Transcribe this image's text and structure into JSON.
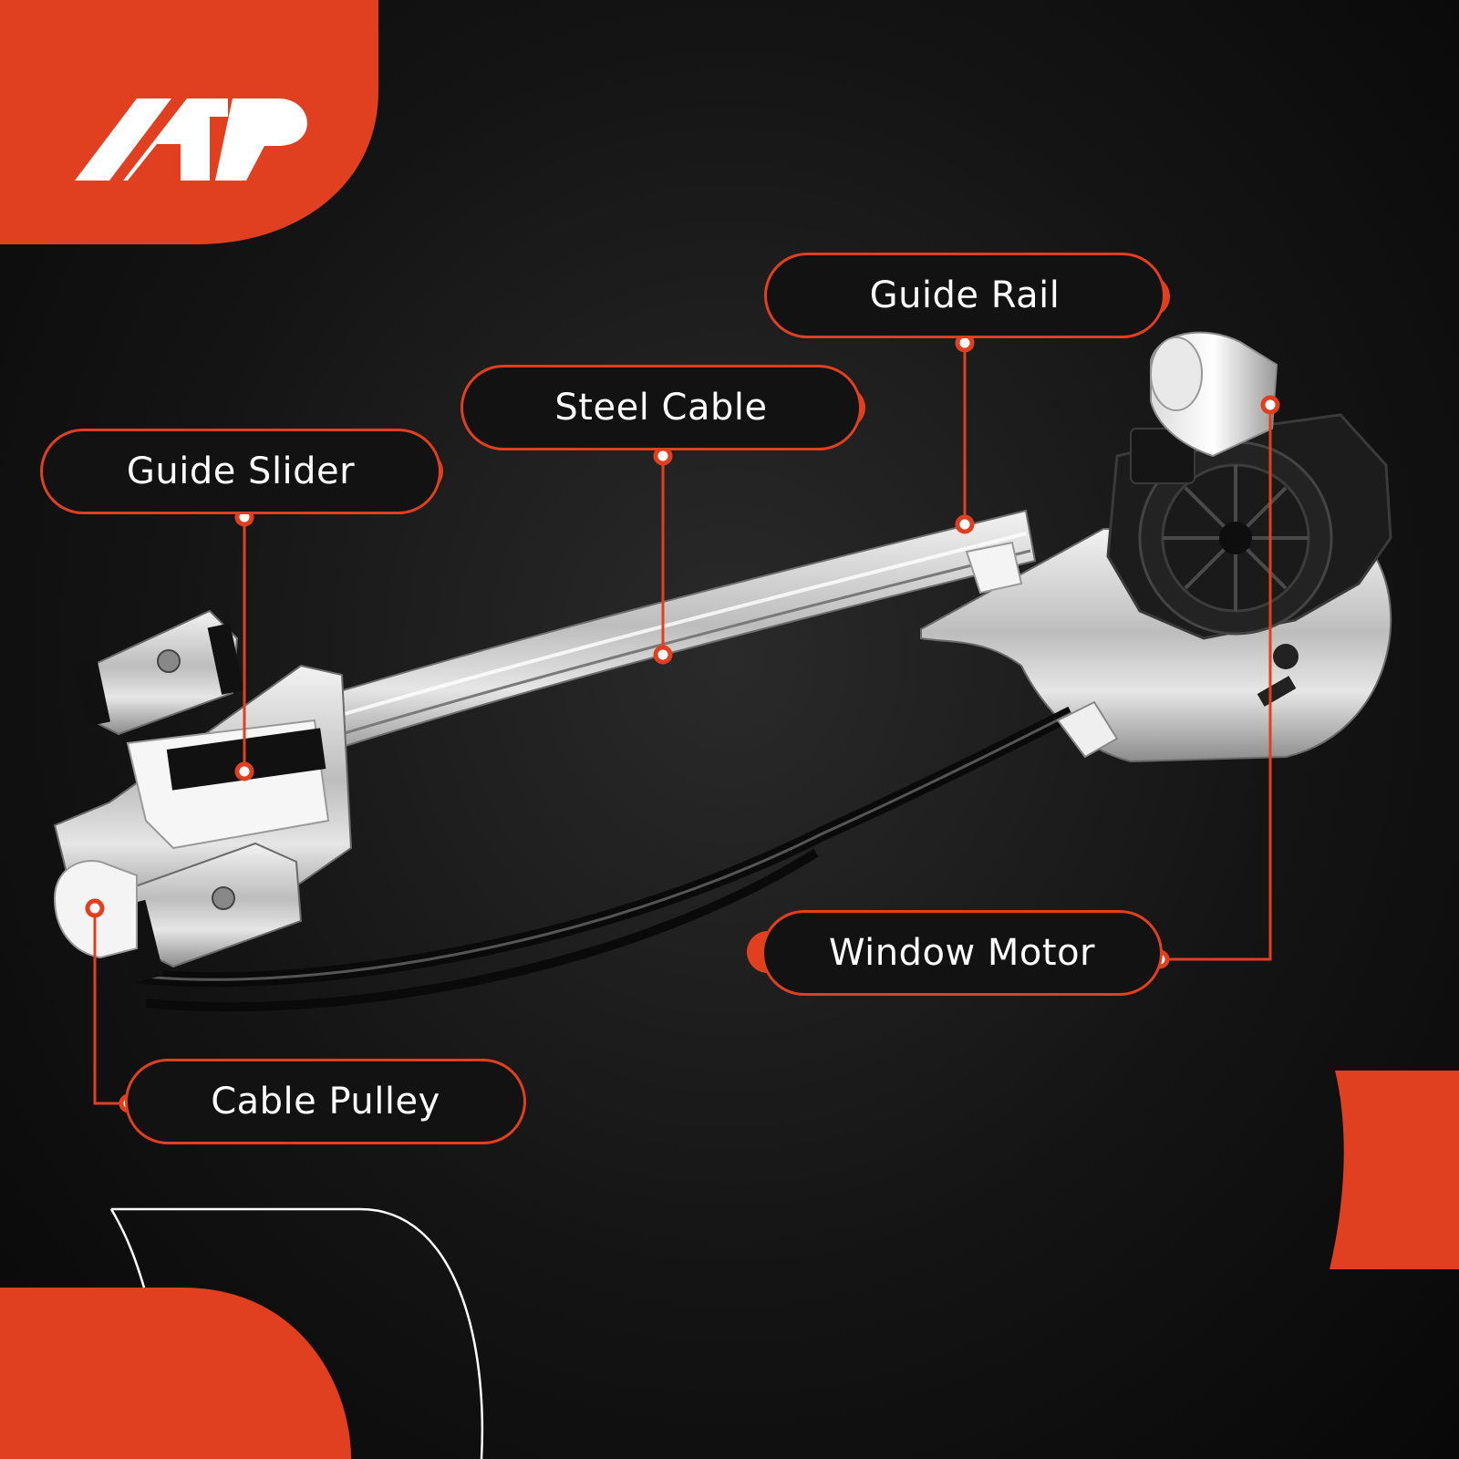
{
  "brand": {
    "logo": "A-P",
    "accent": "#e0401f"
  },
  "callouts": [
    {
      "id": "guide-rail",
      "label": "Guide Rail"
    },
    {
      "id": "steel-cable",
      "label": "Steel Cable"
    },
    {
      "id": "guide-slider",
      "label": "Guide Slider"
    },
    {
      "id": "window-motor",
      "label": "Window Motor"
    },
    {
      "id": "cable-pulley",
      "label": "Cable Pulley"
    }
  ]
}
